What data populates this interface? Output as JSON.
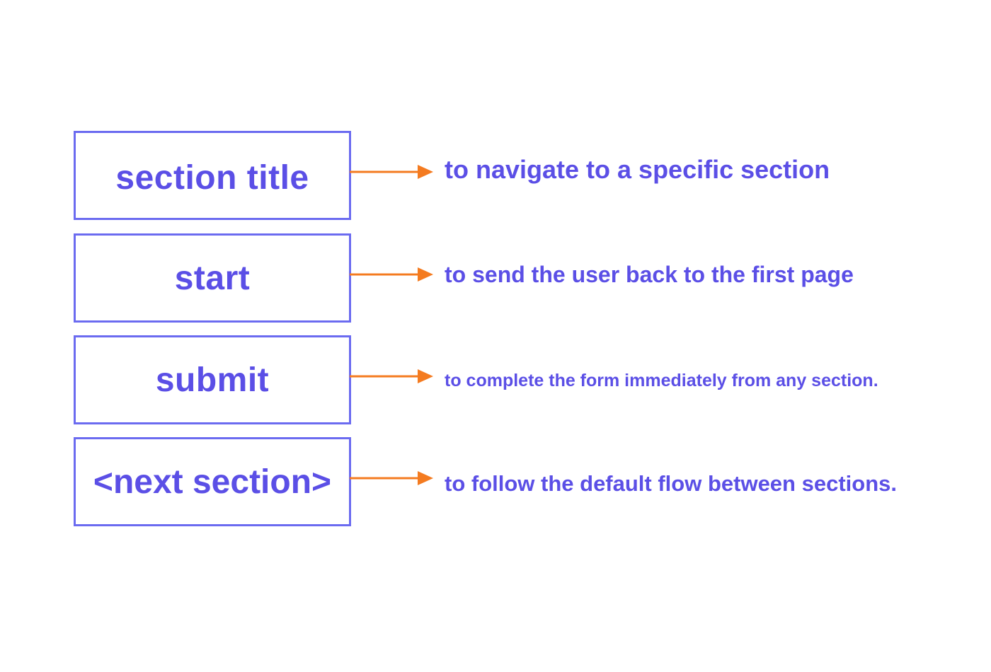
{
  "colors": {
    "box_border": "#6b6bf0",
    "text": "#5b4fe6",
    "arrow": "#f47b20",
    "background": "#ffffff"
  },
  "rows": [
    {
      "label": "section title",
      "description": "to navigate to a specific section"
    },
    {
      "label": "start",
      "description": "to send the user back to the first page"
    },
    {
      "label": "submit",
      "description": "to complete the form immediately from any section."
    },
    {
      "label": "<next section>",
      "description": "to follow the default flow between sections."
    }
  ]
}
